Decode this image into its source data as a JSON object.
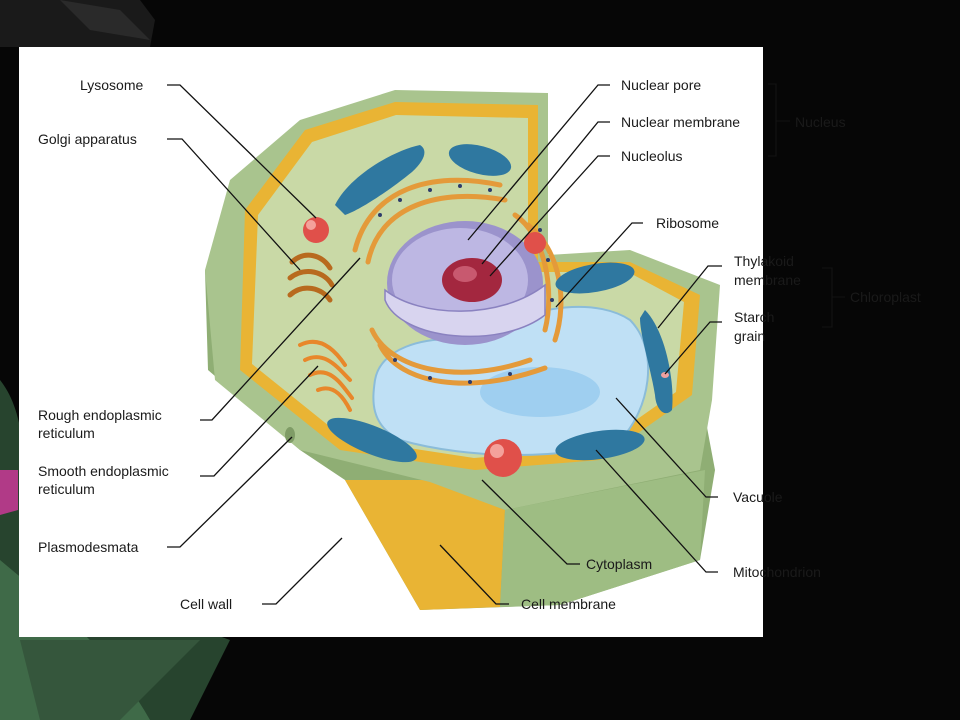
{
  "labels": {
    "lysosome": "Lysosome",
    "golgi": "Golgi apparatus",
    "rough_er_1": "Rough endoplasmic",
    "rough_er_2": "reticulum",
    "smooth_er_1": "Smooth endoplasmic",
    "smooth_er_2": "reticulum",
    "plasmodesmata": "Plasmodesmata",
    "cell_wall": "Cell wall",
    "nuclear_pore": "Nuclear pore",
    "nuclear_membrane": "Nuclear membrane",
    "nucleolus": "Nucleolus",
    "nucleus": "Nucleus",
    "ribosome": "Ribosome",
    "thylakoid_1": "Thylakoid",
    "thylakoid_2": "membrane",
    "starch_1": "Starch",
    "starch_2": "grain",
    "chloroplast": "Chloroplast",
    "vacuole": "Vacuole",
    "mitochondrion": "Mitochondrion",
    "cytoplasm": "Cytoplasm",
    "cell_membrane": "Cell membrane"
  },
  "colors": {
    "cell_wall_outer": "#a9c48e",
    "cell_wall_side": "#8fae74",
    "cell_membrane": "#e9b434",
    "cytoplasm": "#c9d9a6",
    "vacuole": "#bfe0f5",
    "nucleus": "#b9b3e0",
    "nucleolus": "#a3273f",
    "lysosome": "#e0504a",
    "er": "#e49a3a",
    "chloroplast": "#2f78a0"
  }
}
